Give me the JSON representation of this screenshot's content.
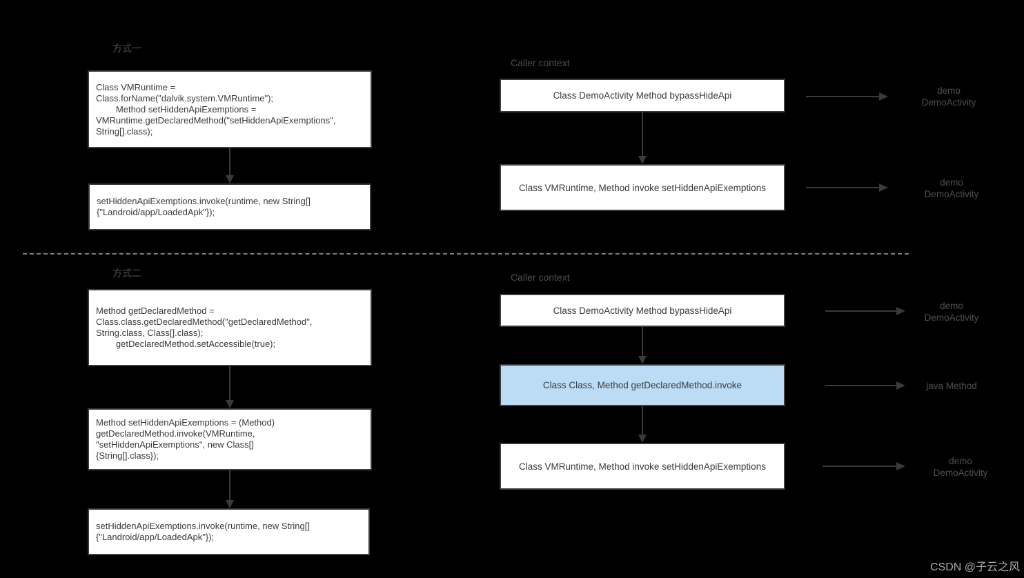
{
  "method1": {
    "label": "方式一",
    "steps": [
      {
        "code": "Class VMRuntime =\nClass.forName(\"dalvik.system.VMRuntime\");\n        Method setHiddenApiExemptions =\nVMRuntime.getDeclaredMethod(\"setHiddenApiExemptions\",\nString[].class);"
      },
      {
        "code": "setHiddenApiExemptions.invoke(runtime, new String[]\n{\"Landroid/app/LoadedApk\"});"
      }
    ]
  },
  "method2": {
    "label": "方式二",
    "steps": [
      {
        "code": "Method getDeclaredMethod =\nClass.class.getDeclaredMethod(\"getDeclaredMethod\",\nString.class, Class[].class);\n        getDeclaredMethod.setAccessible(true);"
      },
      {
        "code": "Method setHiddenApiExemptions = (Method)\ngetDeclaredMethod.invoke(VMRuntime,\n\"setHiddenApiExemptions\", new Class[]\n{String[].class});"
      },
      {
        "code": "setHiddenApiExemptions.invoke(runtime, new String[]\n{\"Landroid/app/LoadedApk\"});"
      }
    ]
  },
  "caller1": {
    "label": "Caller context",
    "nodes": [
      {
        "text": "Class DemoActivity Method bypassHideApi"
      },
      {
        "text": "Class VMRuntime, Method invoke setHiddenApiExemptions"
      }
    ],
    "annotations": [
      {
        "text": "demo\nDemoActivity"
      },
      {
        "text": "demo\nDemoActivity"
      }
    ]
  },
  "caller2": {
    "label": "Caller context",
    "nodes": [
      {
        "text": "Class DemoActivity Method bypassHideApi"
      },
      {
        "text": "Class Class, Method getDeclaredMethod.invoke"
      },
      {
        "text": "Class VMRuntime, Method invoke setHiddenApiExemptions"
      }
    ],
    "annotations": [
      {
        "text": "demo\nDemoActivity"
      },
      {
        "text": "java Method"
      },
      {
        "text": "demo\nDemoActivity"
      }
    ]
  },
  "watermark": "CSDN @子云之风",
  "colors": {
    "background": "#000000",
    "box_background": "#ffffff",
    "box_border": "#3b3b3b",
    "highlight_background": "#bcdcf5",
    "code_text": "#3a3a3a",
    "label_text": "#4f4f4f",
    "arrow": "#3a3a3a",
    "divider": "#7f7f7f",
    "watermark_text": "#aeaeae"
  }
}
